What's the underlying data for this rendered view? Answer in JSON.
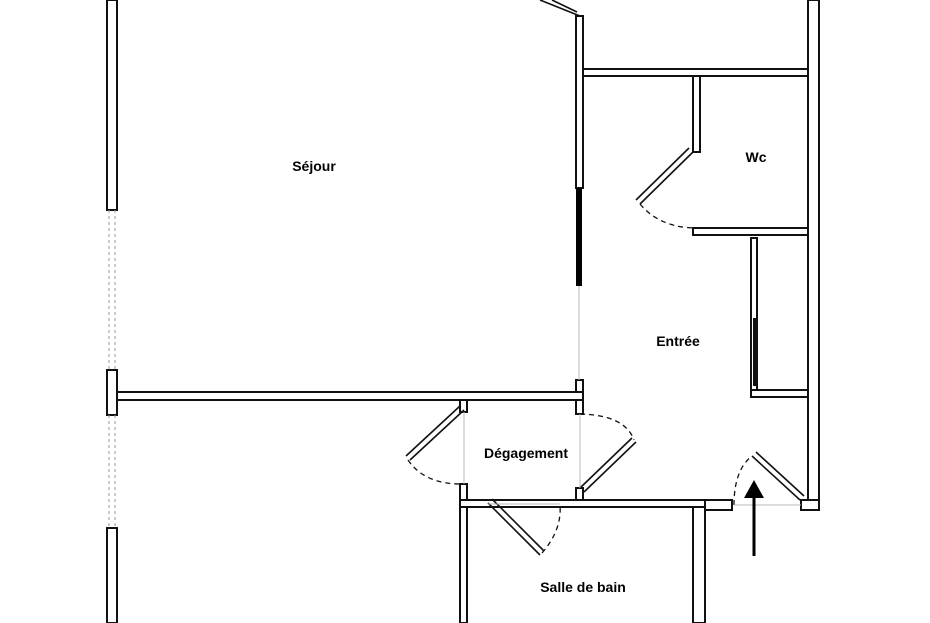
{
  "rooms": {
    "sejour": "Séjour",
    "wc": "Wc",
    "entree": "Entrée",
    "degagement": "Dégagement",
    "salle_de_bain": "Salle de bain"
  }
}
